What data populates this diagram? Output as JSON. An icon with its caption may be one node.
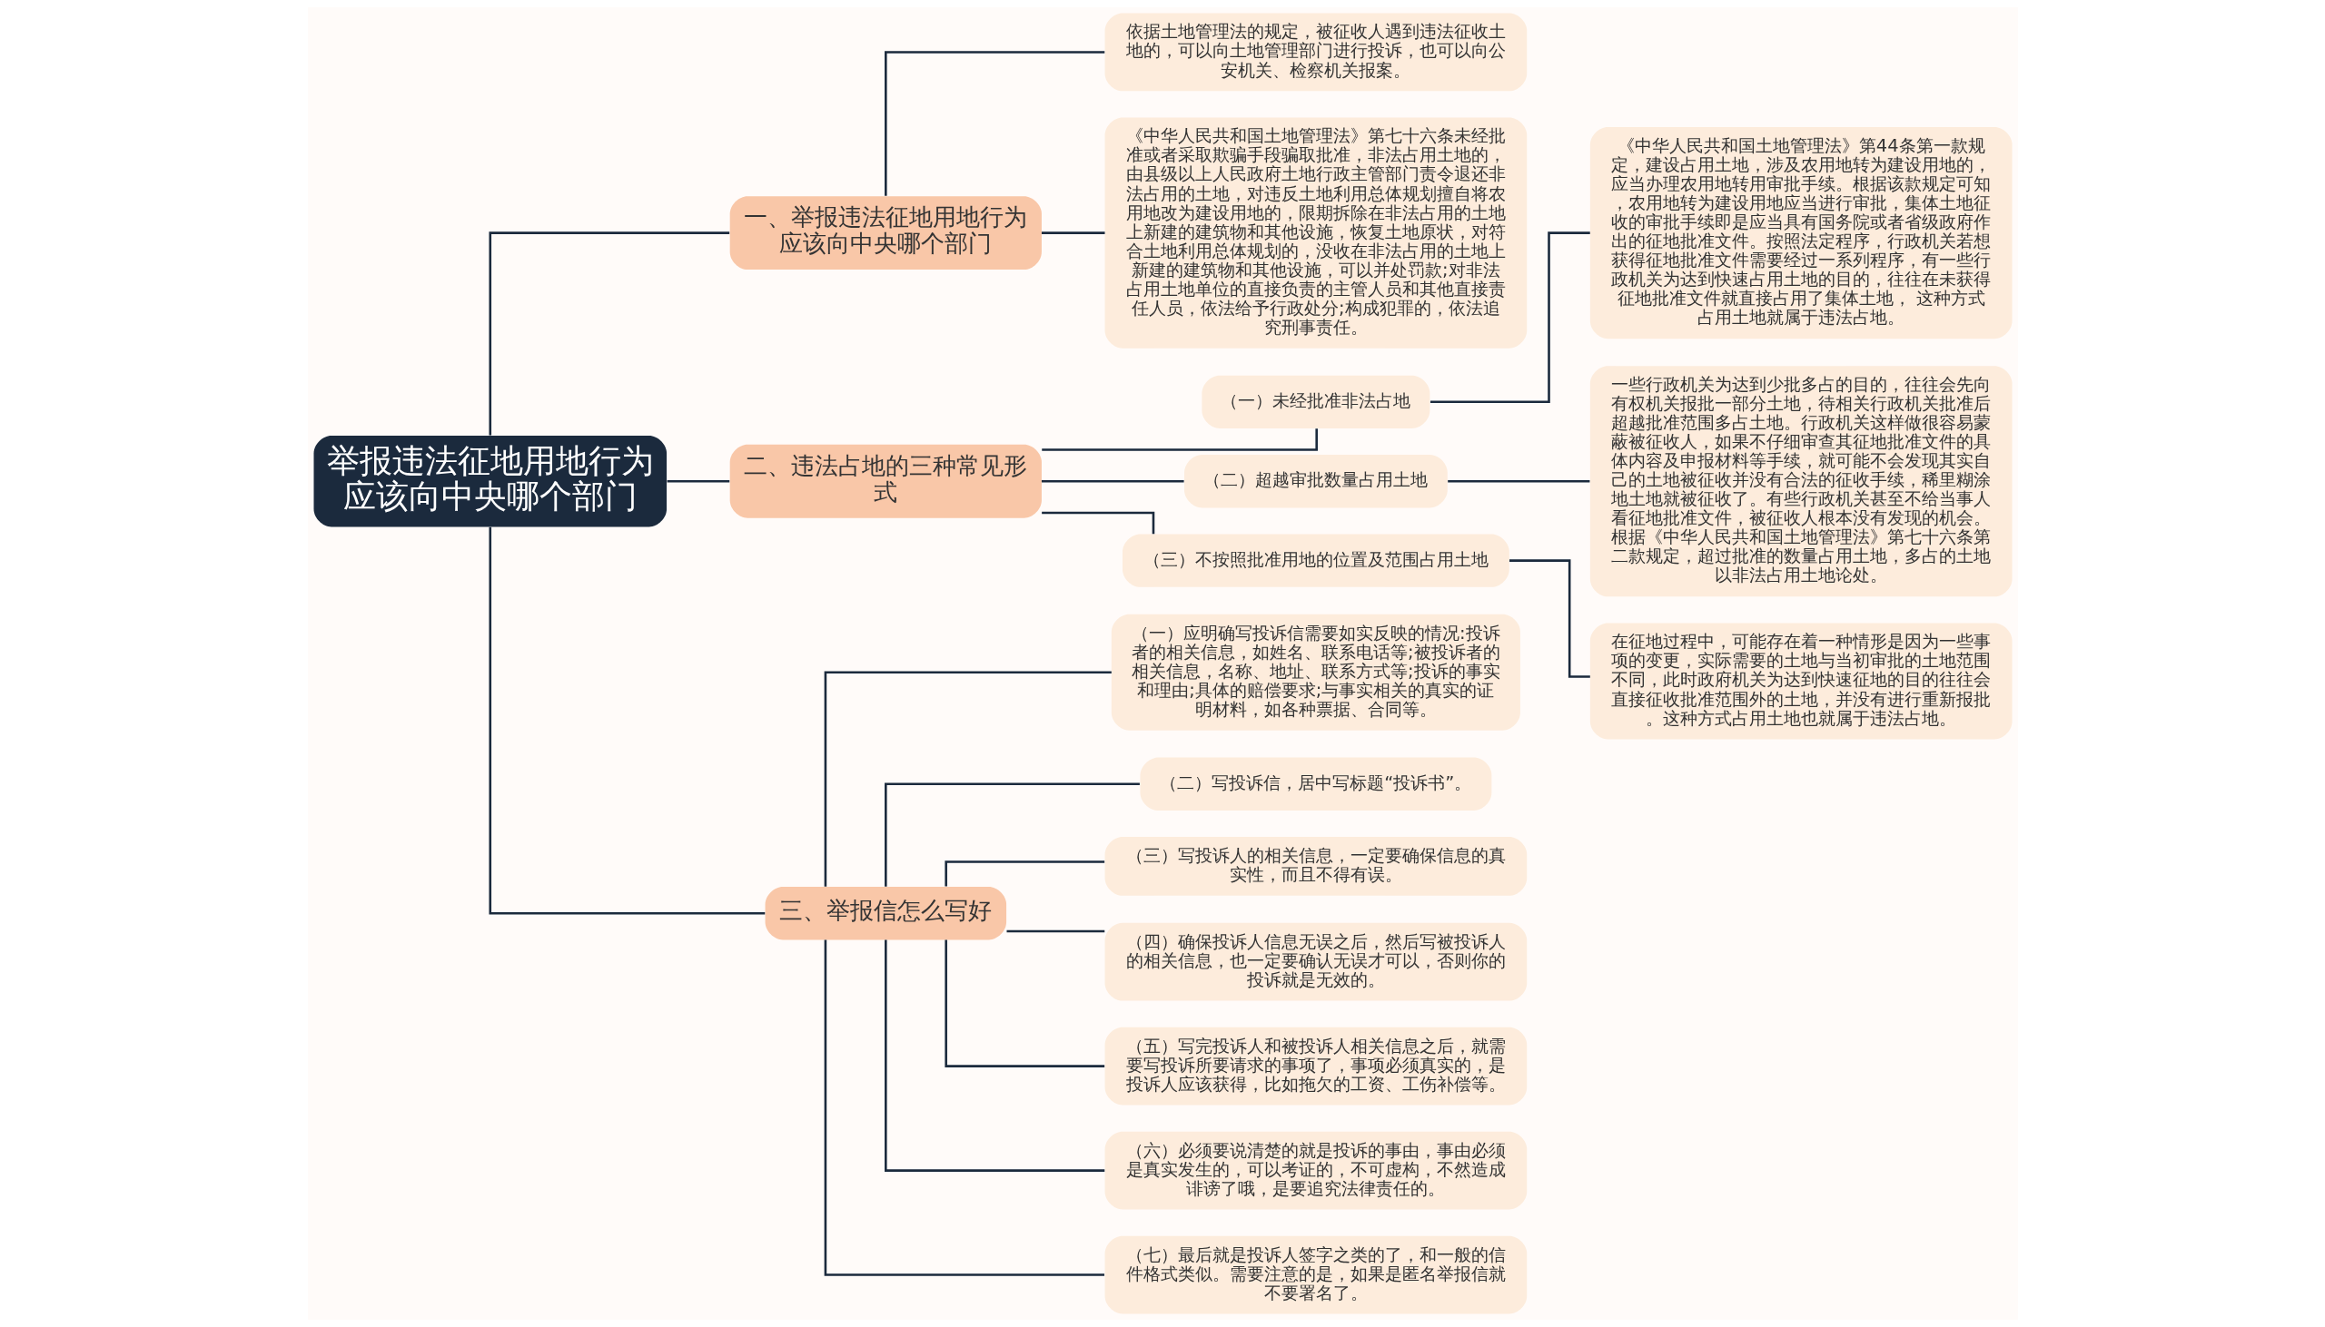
{
  "diagram": {
    "nodes": [
      {
        "text": [
          "举报违法征地用地行为应该向中央哪个部门"
        ]
      },
      {
        "text": [
          "一、举报违法征地用地行为应该向中央哪个部门"
        ]
      },
      {
        "text": [
          "依据土地管理法的规定，被征收人遇到违法征收土地的，可以向土地管理部门进行投诉，也可以向公安机关、检察机关报案。"
        ]
      },
      {
        "text": [
          "《中华人民共和国土地管理法》第七十六条未经批准或者采取欺骗手段骗取批准，非法占用土地的，由县级以上人民政府土地行政主管部门责令退还非法占用的土地，对违反土地利用总体规划擅自将农用地改为建设用地的，限期拆除在非法占用的土地上新建的建筑物和其他设施，恢复土地原状，对符合土地利用总体规划的，没收在非法占用的土地上新建的建筑物和其他设施，可以并处罚款;对非法占用土地单位的直接负责的主管人员和其他直接责任人员，依法给予行政处分;构成犯罪的，依法追究刑事责任。"
        ]
      },
      {
        "text": [
          "二、违法占地的三种常见形式"
        ]
      },
      {
        "text": [
          "（一）未经批准非法占地"
        ]
      },
      {
        "text": [
          "《中华人民共和国土地管理法》第44条第一款规定，建设占用土地，涉及农用地转为建设用地的，应当办理农用地转用审批手续。根据该款规定可知，农用地转为建设用地应当进行审批，集体土地征收的审批手续即是应当具有国务院或者省级政府作出的征地批准文件。按照法定程序，行政机关若想获得征地批准文件需要经过一系列程序，有一些行政机关为达到快速占用土地的目的，往往在未获得征地批准文件就直接占用了集体土地， 这种方式占用土地就属于违法占地。"
        ]
      },
      {
        "text": [
          "（二）超越审批数量占用土地"
        ]
      },
      {
        "text": [
          "一些行政机关为达到少批多占的目的，往往会先向有权机关报批一部分土地，待相关行政机关批准后超越批准范围多占土地。行政机关这样做很容易蒙蔽被征收人，如果不仔细审查其征地批准文件的具体内容及申报材料等手续，就可能不会发现其实自己的土地被征收并没有合法的征收手续，稀里糊涂地土地就被征收了。有些行政机关甚至不给当事人看征地批准文件，被征收人根本没有发现的机会。根据《中华人民共和国土地管理法》第七十六条第二款规定，超过批准的数量占用土地，多占的土地以非法占用土地论处。"
        ]
      },
      {
        "text": [
          "（三）不按照批准用地的位置及范围占用土地"
        ]
      },
      {
        "text": [
          "在征地过程中，可能存在着一种情形是因为一些事项的变更，实际需要的土地与当初审批的土地范围不同，此时政府机关为达到快速征地的目的往往会直接征收批准范围外的土地，并没有进行重新报批。这种方式占用土地也就属于违法占地。"
        ]
      },
      {
        "text": [
          "三、举报信怎么写好"
        ]
      },
      {
        "text": [
          "（一）应明确写投诉信需要如实反映的情况:投诉者的相关信息，如姓名、联系电话等;被投诉者的相关信息，名称、地址、联系方式等;投诉的事实和理由;具体的赔偿要求;与事实相关的真实的证明材料，如各种票据、合同等。"
        ]
      },
      {
        "text": [
          "（二）写投诉信，居中写标题“投诉书”。"
        ]
      },
      {
        "text": [
          "（三）写投诉人的相关信息，一定要确保信息的真实性，而且不得有误。"
        ]
      },
      {
        "text": [
          "（四）确保投诉人信息无误之后，然后写被投诉人的相关信息，也一定要确认无误才可以，否则你的投诉就是无效的。"
        ]
      },
      {
        "text": [
          "（五）写完投诉人和被投诉人相关信息之后，就需要写投诉所要请求的事项了，事项必须真实的，是投诉人应该获得，比如拖欠的工资、工伤补偿等。"
        ]
      },
      {
        "text": [
          "（六）必须要说清楚的就是投诉的事由，事由必须是真实发生的，可以考证的，不可虚构，不然造成诽谤了哦，是要追究法律责任的。"
        ]
      },
      {
        "text": [
          "（七）最后就是投诉人签字之类的了，和一般的信件格式类似。需要注意的是，如果是匿名举报信就不要署名了。"
        ]
      }
    ],
    "edges": [
      {
        "from": 0,
        "to": 1,
        "arrow": "none"
      },
      {
        "from": 1,
        "to": 2,
        "arrow": "none"
      },
      {
        "from": 1,
        "to": 3,
        "arrow": "none"
      },
      {
        "from": 0,
        "to": 4,
        "arrow": "none"
      },
      {
        "from": 4,
        "to": 5,
        "arrow": "none"
      },
      {
        "from": 5,
        "to": 6,
        "arrow": "none"
      },
      {
        "from": 4,
        "to": 7,
        "arrow": "none"
      },
      {
        "from": 7,
        "to": 8,
        "arrow": "none"
      },
      {
        "from": 4,
        "to": 9,
        "arrow": "none"
      },
      {
        "from": 9,
        "to": 10,
        "arrow": "none"
      },
      {
        "from": 0,
        "to": 11,
        "arrow": "none"
      },
      {
        "from": 11,
        "to": 12,
        "arrow": "none"
      },
      {
        "from": 11,
        "to": 13,
        "arrow": "none"
      },
      {
        "from": 11,
        "to": 14,
        "arrow": "none"
      },
      {
        "from": 11,
        "to": 15,
        "arrow": "none"
      },
      {
        "from": 11,
        "to": 16,
        "arrow": "none"
      },
      {
        "from": 11,
        "to": 17,
        "arrow": "none"
      },
      {
        "from": 11,
        "to": 18,
        "arrow": "none"
      }
    ]
  }
}
